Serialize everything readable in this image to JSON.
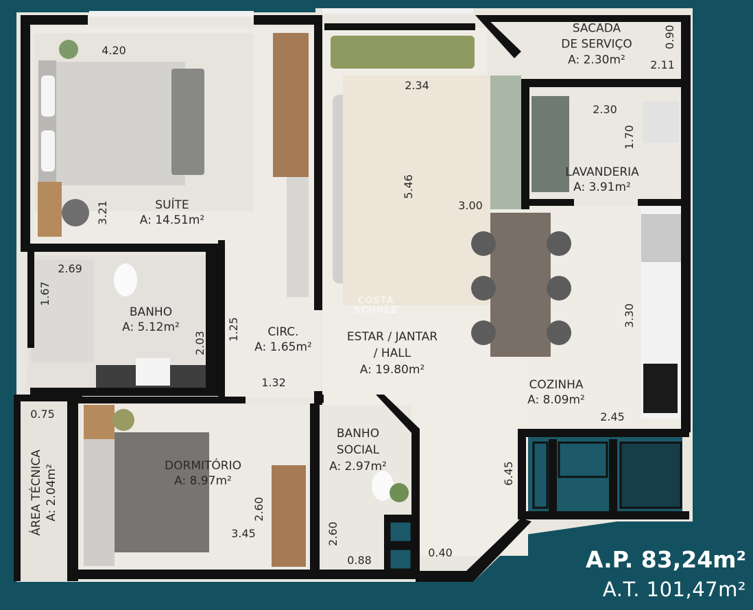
{
  "rooms": {
    "suite": {
      "name": "SUÍTE",
      "area": "A: 14.51m²"
    },
    "banho": {
      "name": "BANHO",
      "area": "A: 5.12m²"
    },
    "circ": {
      "name": "CIRC.",
      "area": "A: 1.65m²"
    },
    "estar": {
      "line1": "ESTAR / JANTAR",
      "line2": "/ HALL",
      "area": "A: 19.80m²"
    },
    "sacada": {
      "line1": "SACADA",
      "line2": "DE SERVIÇO",
      "area": "A: 2.30m²"
    },
    "lavanderia": {
      "name": "LAVANDERIA",
      "area": "A: 3.91m²"
    },
    "cozinha": {
      "name": "COZINHA",
      "area": "A: 8.09m²"
    },
    "banho_social": {
      "line1": "BANHO",
      "line2": "SOCIAL",
      "area": "A: 2.97m²"
    },
    "dormitorio": {
      "name": "DORMITÓRIO",
      "area": "A: 8.97m²"
    },
    "area_tecnica": {
      "name": "ÁREA TÉCNICA",
      "area": "A: 2.04m²"
    }
  },
  "dimensions": {
    "suite_w": "4.20",
    "suite_h": "3.21",
    "estar_top": "2.34",
    "estar_h": "5.46",
    "estar_w": "3.00",
    "sacada_h": "0.90",
    "sacada_w": "2.11",
    "lav_w": "2.30",
    "lav_h": "1.70",
    "banho_w": "2.69",
    "banho_h": "1.67",
    "banho_h2": "2.03",
    "circ_h": "1.25",
    "circ_w": "1.32",
    "coz_h": "3.30",
    "coz_w": "2.45",
    "coz_h2": "6.45",
    "at_w": "0.75",
    "dorm_h": "2.60",
    "dorm_w": "3.45",
    "bs_h": "2.60",
    "bs_w": "0.88",
    "corr_w": "0.40"
  },
  "totals": {
    "ap": "A.P. 83,24m²",
    "at": "A.T. 101,47m²"
  },
  "watermark": {
    "line1": "COSTA",
    "line2": "SCHULZ"
  },
  "colors": {
    "background": "#135160",
    "floor": "#ece8e1",
    "wall": "#111111"
  }
}
